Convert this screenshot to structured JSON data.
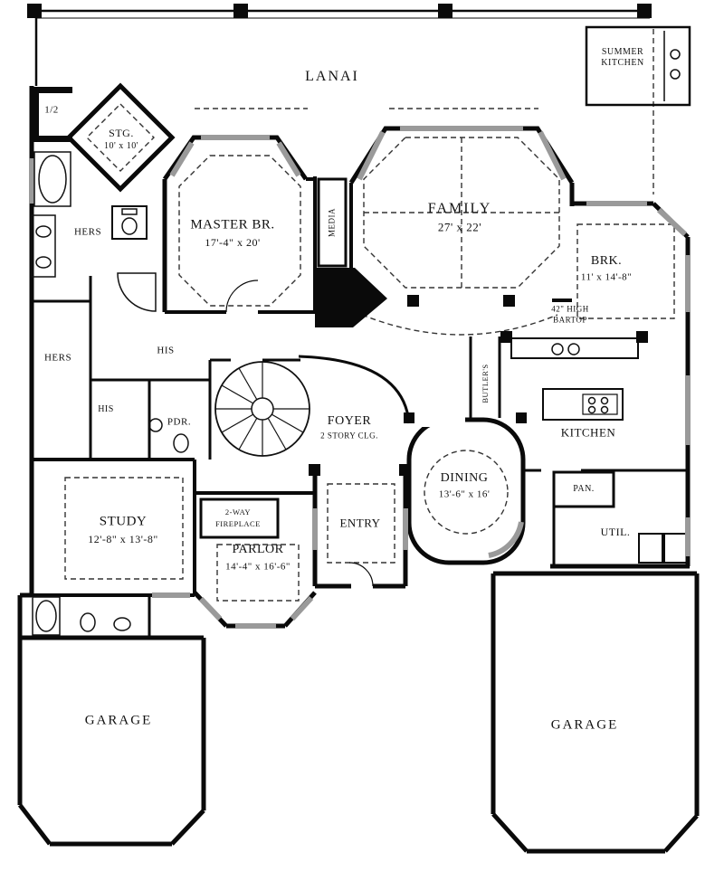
{
  "plan": {
    "rooms": {
      "lanai": {
        "label": "LANAI"
      },
      "summer_kitchen": {
        "line1": "SUMMER",
        "line2": "KITCHEN"
      },
      "half_bath": {
        "label": "1/2"
      },
      "storage": {
        "label": "STG.",
        "dims": "10' x 10'"
      },
      "master": {
        "label": "MASTER BR.",
        "dims": "17'-4\" x 20'"
      },
      "media": {
        "label": "MEDIA"
      },
      "family": {
        "label": "FAMILY",
        "dims": "27' x 22'"
      },
      "breakfast": {
        "label": "BRK.",
        "dims": "11' x 14'-8\""
      },
      "hers_bath": {
        "label": "HERS"
      },
      "hers_closet": {
        "label": "HERS"
      },
      "his_bath": {
        "label": "HIS"
      },
      "his_closet": {
        "label": "HIS"
      },
      "powder": {
        "label": "PDR."
      },
      "foyer": {
        "label": "FOYER",
        "note": "2 STORY CLG."
      },
      "butlers": {
        "label": "BUTLER'S"
      },
      "bartop": {
        "line1": "42\" HIGH",
        "line2": "BARTOP"
      },
      "kitchen": {
        "label": "KITCHEN"
      },
      "dining": {
        "label": "DINING",
        "dims": "13'-6\" x 16'"
      },
      "pantry": {
        "label": "PAN."
      },
      "utility": {
        "label": "UTIL."
      },
      "study": {
        "label": "STUDY",
        "dims": "12'-8\" x 13'-8\""
      },
      "fireplace": {
        "line1": "2-WAY",
        "line2": "FIREPLACE"
      },
      "parlor": {
        "label": "PARLOR",
        "dims": "14'-4\" x 16'-6\""
      },
      "entry": {
        "label": "ENTRY"
      },
      "garage_left": {
        "label": "GARAGE"
      },
      "garage_right": {
        "label": "GARAGE"
      }
    }
  }
}
